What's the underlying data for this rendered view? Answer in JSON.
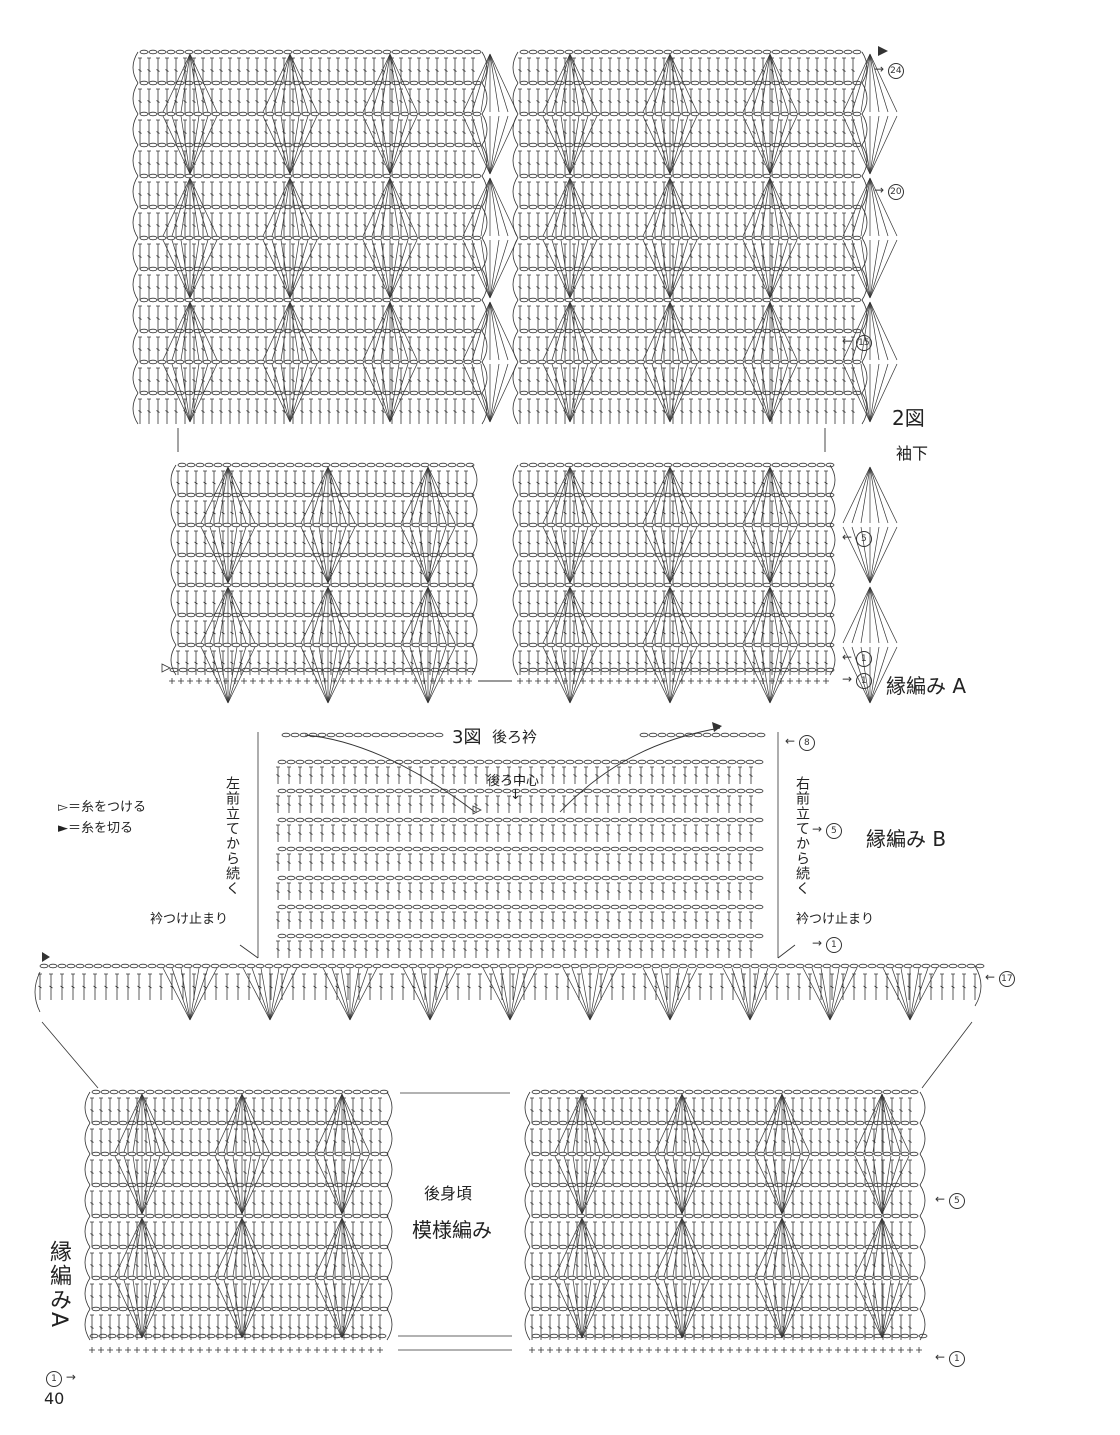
{
  "figure2": {
    "title": "2図",
    "subtitle": "袖下",
    "edge_label": "縁編み A",
    "row_markers": [
      "24",
      "20",
      "15",
      "5",
      "1",
      "1"
    ]
  },
  "figure3": {
    "title": "3図",
    "subtitle": "後ろ衿",
    "center_label": "後ろ中心",
    "left_vertical": "左前立てから続く",
    "right_vertical": "右前立てから続く",
    "left_stop": "衿つけ止まり",
    "right_stop": "衿つけ止まり",
    "edge_label": "縁編み B",
    "row_markers": [
      "8",
      "5",
      "1"
    ]
  },
  "legend": {
    "attach_symbol": "▻",
    "attach_text": "＝糸をつける",
    "cut_symbol": "►",
    "cut_text": "＝糸を切る"
  },
  "back_body": {
    "title": "後身頃",
    "pattern": "模様編み",
    "edge_label_vertical": "縁編みA",
    "yoke_row_marker": "17",
    "row_markers": [
      "5",
      "1"
    ],
    "left_marker": "1"
  },
  "page_number": "40"
}
